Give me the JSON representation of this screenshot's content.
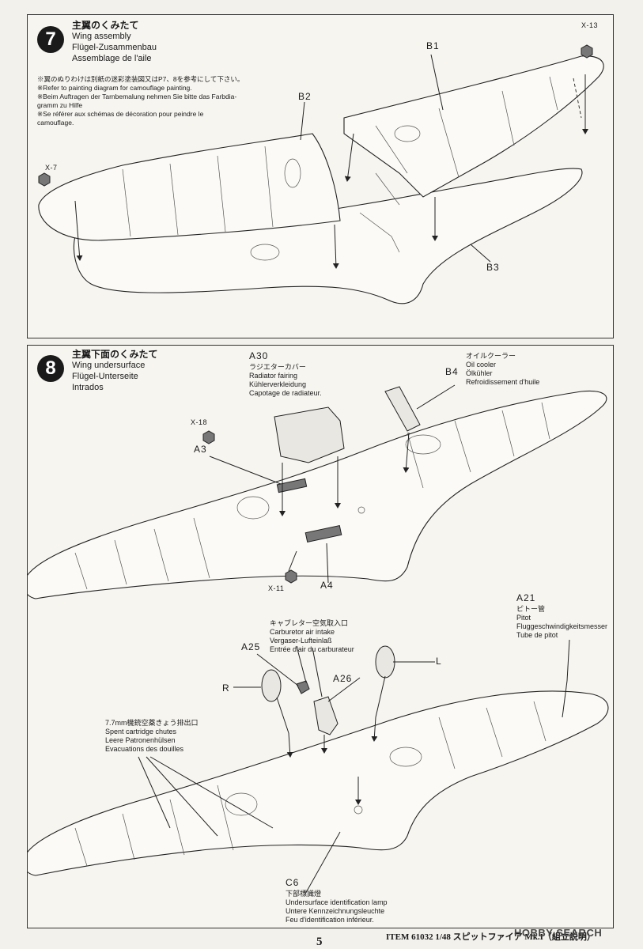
{
  "step7": {
    "number": "7",
    "title_jp": "主翼のくみたて",
    "title_en": "Wing assembly",
    "title_de": "Flügel-Zusammenbau",
    "title_fr": "Assemblage de l'aile",
    "notes": [
      "※翼のぬりわけは別紙の迷彩塗装図又はP7、8を参考にして下さい。",
      "※Refer to painting diagram for camouflage painting.",
      "※Beim Auftragen der Tarnbemalung nehmen Sie bitte das Farbdia-",
      "  gramm zu Hilfe",
      "※Se référer aux schémas de décoration pour peindre le",
      "  camouflage."
    ],
    "labels": {
      "b1": "B1",
      "b2": "B2",
      "b3": "B3",
      "x13": "X-13",
      "x7": "X-7"
    }
  },
  "step8": {
    "number": "8",
    "title_jp": "主翼下面のくみたて",
    "title_en": "Wing undersurface",
    "title_de": "Flügel-Unterseite",
    "title_fr": "Intrados",
    "a30": {
      "part": "A30",
      "jp": "ラジエターカバー",
      "en": "Radiator fairing",
      "de": "Kühlerverkleidung",
      "fr": "Capotage de radiateur."
    },
    "b4": {
      "part": "B4",
      "jp": "オイルクーラー",
      "en": "Oil cooler",
      "de": "Ölkühler",
      "fr": "Refroidissement d'huile"
    },
    "a21": {
      "part": "A21",
      "jp": "ピトー管",
      "en": "Pitot",
      "de": "Fluggeschwindigkeitsmesser",
      "fr": "Tube de pitot"
    },
    "carb": {
      "jp": "キャブレター空気取入口",
      "en": "Carburetor air intake",
      "de": "Vergaser-Lufteinlaß",
      "fr": "Entrée d'air du carburateur"
    },
    "chutes": {
      "jp": "7.7mm機銃空薬きょう排出口",
      "en": "Spent cartridge chutes",
      "de": "Leere Patronenhülsen",
      "fr": "Evacuations des douilles"
    },
    "c6": {
      "part": "C6",
      "jp": "下部標識燈",
      "en": "Undersurface identification lamp",
      "de": "Untere Kennzeichnungsleuchte",
      "fr": "Feu d'identification inférieur."
    },
    "labels": {
      "x18": "X-18",
      "a3": "A3",
      "x11": "X-11",
      "a4": "A4",
      "a25": "A25",
      "a26": "A26",
      "r": "R",
      "l": "L"
    }
  },
  "footer": {
    "text": "ITEM  61032   1/48 スピットファイア Mk.I（組立説明）",
    "page": "5"
  },
  "watermark": "HOBBY SEARCH"
}
